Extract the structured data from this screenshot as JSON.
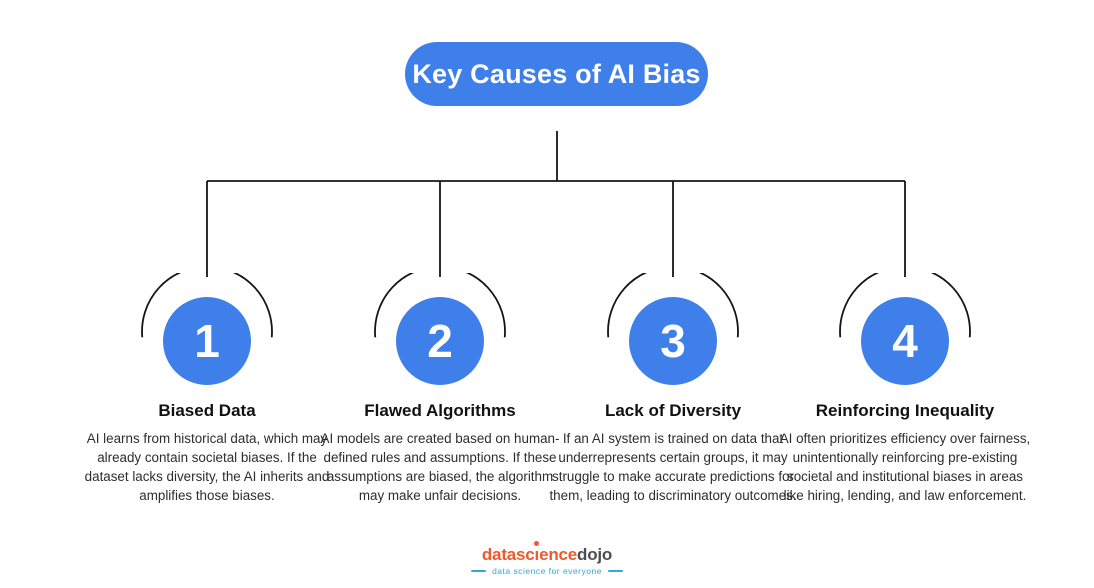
{
  "title": "Key Causes of AI Bias",
  "causes": [
    {
      "number": "1",
      "title": "Biased Data",
      "description": "AI learns from historical data, which may already contain societal biases. If the dataset lacks diversity, the AI inherits and amplifies those biases."
    },
    {
      "number": "2",
      "title": "Flawed Algorithms",
      "description": "AI models are created based on human-defined rules and assumptions. If these assumptions are biased, the algorithm may make unfair decisions."
    },
    {
      "number": "3",
      "title": "Lack of Diversity",
      "description": "If an AI system is trained on data that underrepresents certain groups, it may struggle to make accurate predictions for them, leading to discriminatory outcomes."
    },
    {
      "number": "4",
      "title": "Reinforcing Inequality",
      "description": "AI often prioritizes efficiency over fairness, unintentionally reinforcing pre-existing societal and institutional biases in areas like hiring, lending, and law enforcement."
    }
  ],
  "footer": {
    "brand_part1": "datasc",
    "brand_i": "ı",
    "brand_part2": "ence",
    "brand_dark": "dojo",
    "tagline": "data science for everyone"
  },
  "colors": {
    "accent_blue": "#3E7FEA",
    "connector_line": "#141414",
    "heading_text": "#111111",
    "body_text": "#2D2D2D",
    "brand_orange": "#F0592B",
    "brand_gray": "#4D4D4F",
    "tagline_blue": "#2FA8E1",
    "background": "#FFFFFF"
  }
}
